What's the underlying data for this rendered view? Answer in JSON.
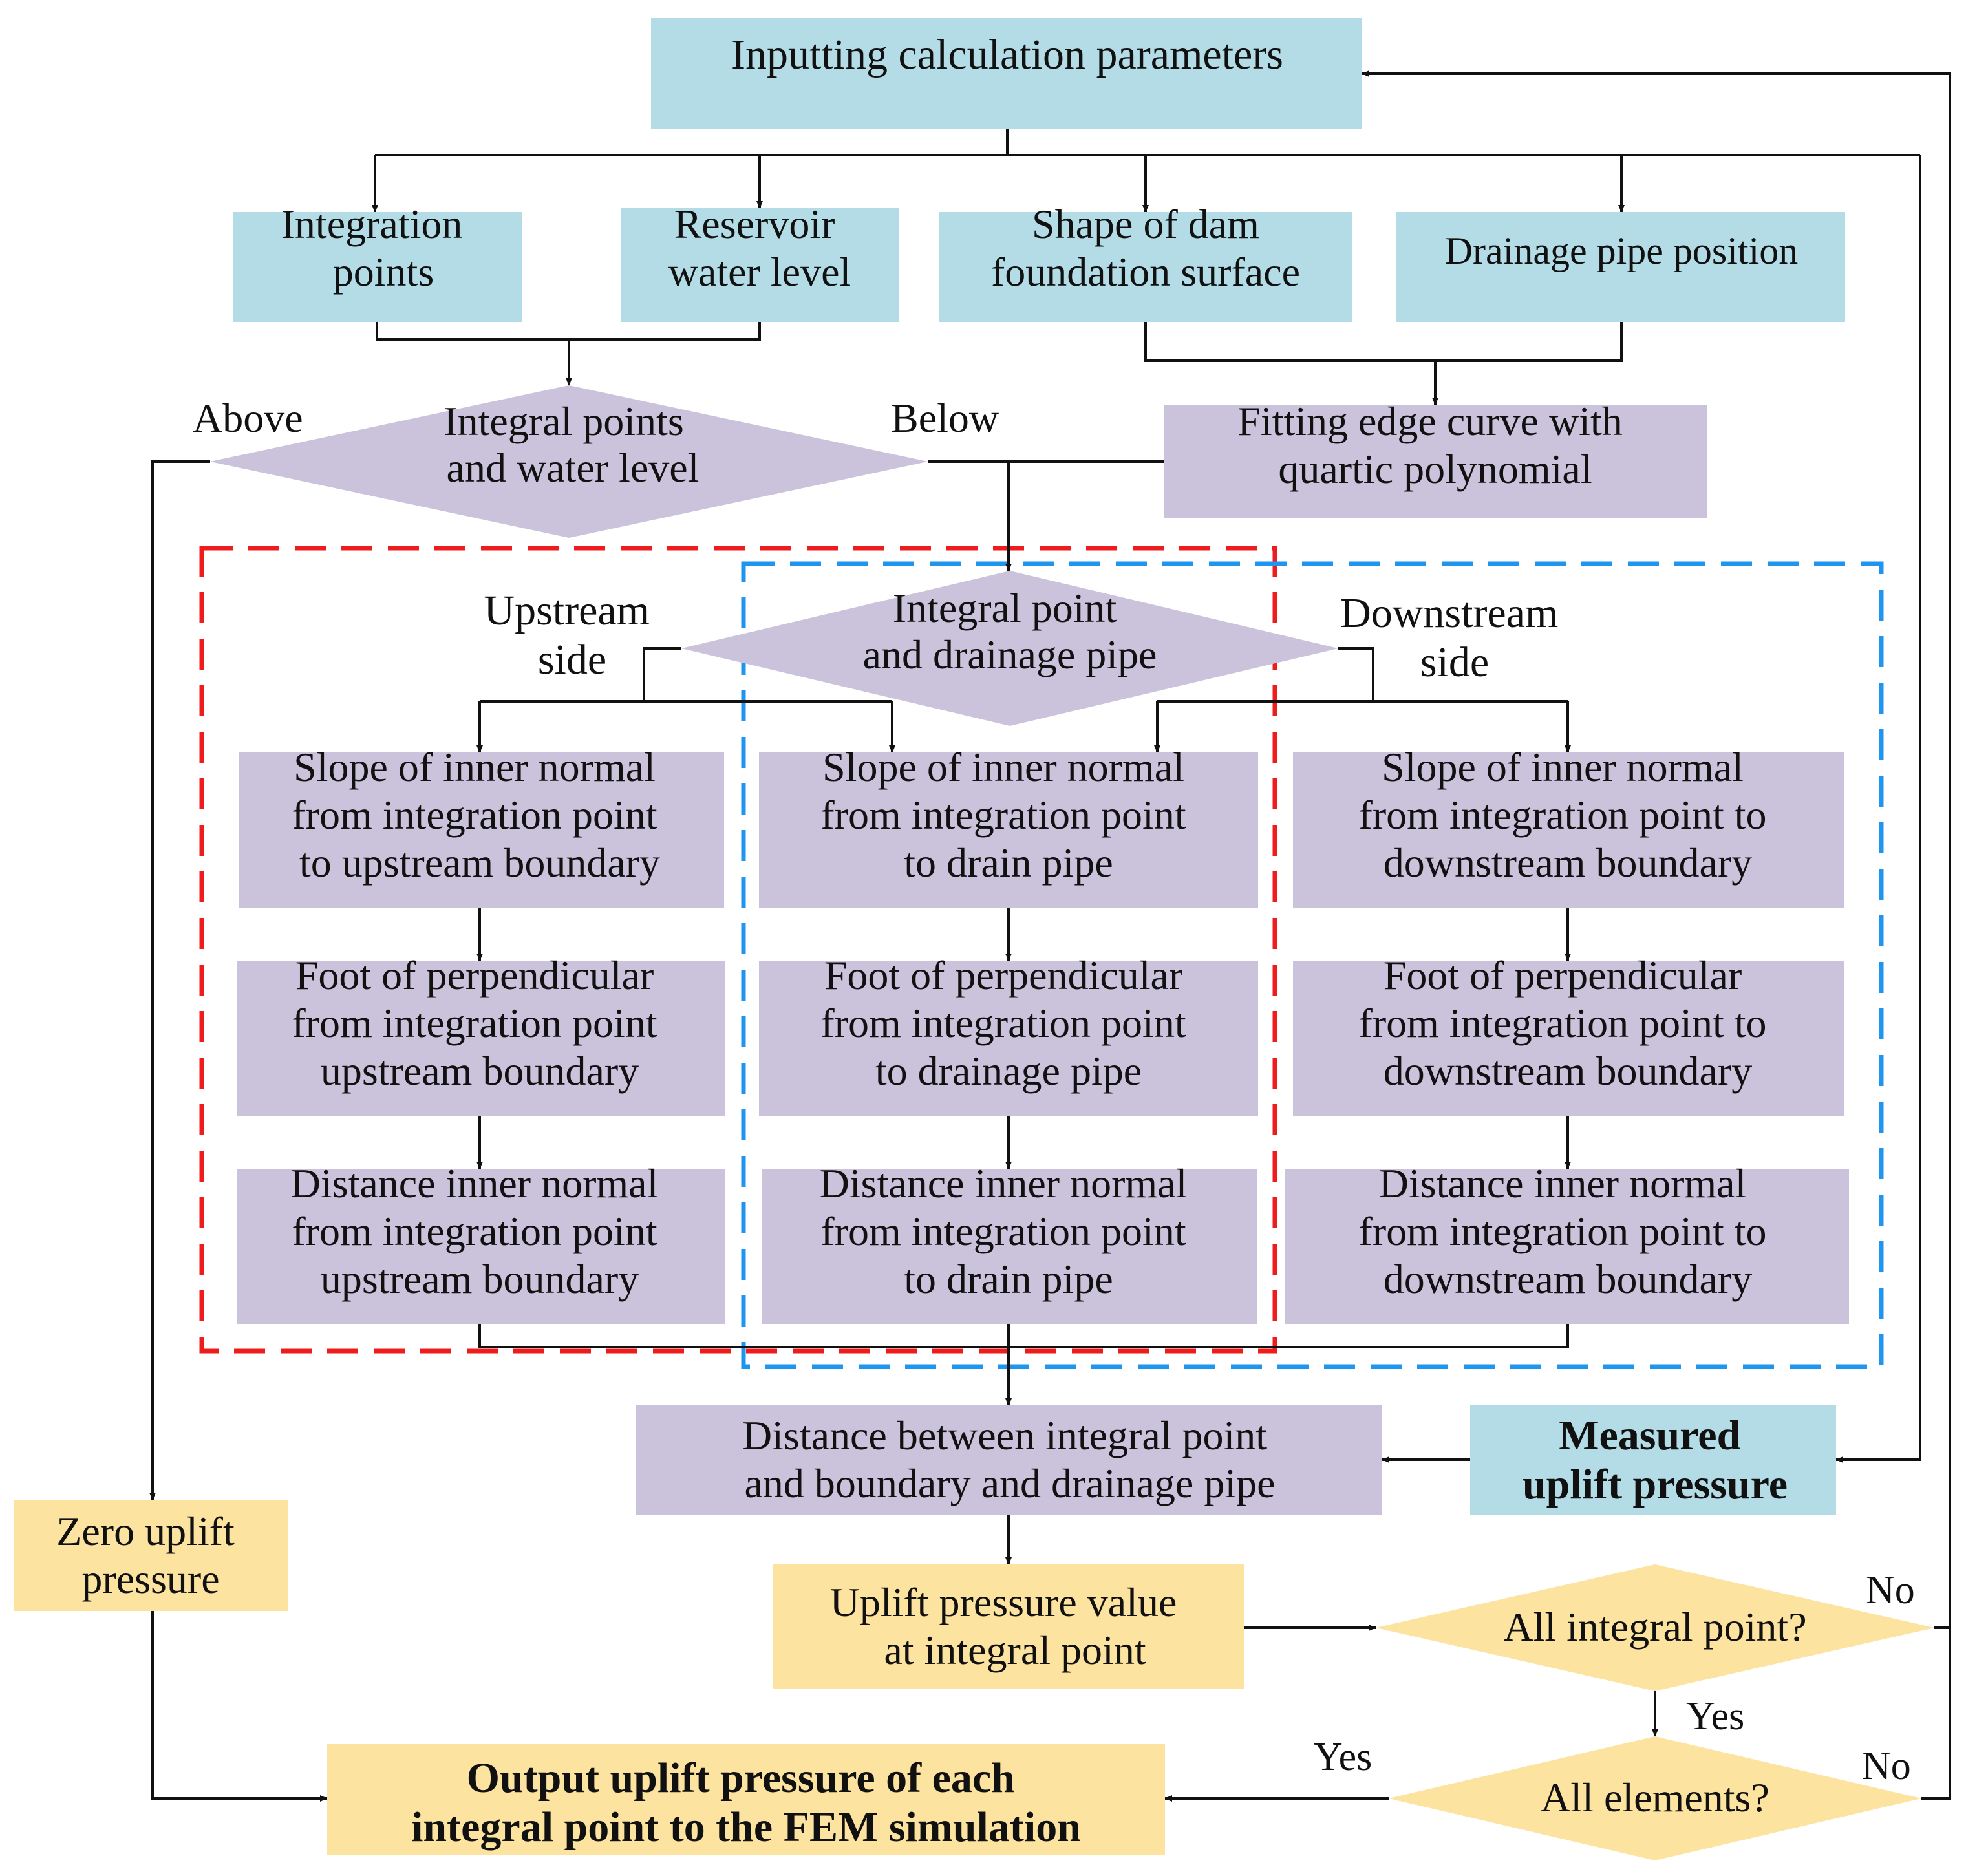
{
  "colors": {
    "input_box": "#b3dce6",
    "process_box": "#cbc2db",
    "result_box": "#fde3a0",
    "upstream": "#ee1c1c",
    "downstream": "#1e96f0",
    "line": "#111111"
  },
  "nodes": {
    "inputting": {
      "lines": [
        "Inputting calculation parameters"
      ]
    },
    "integration_points": {
      "lines": [
        "Integration",
        "points"
      ]
    },
    "reservoir_level": {
      "lines": [
        "Reservoir",
        "water level"
      ]
    },
    "dam_shape": {
      "lines": [
        "Shape of dam",
        "foundation surface"
      ]
    },
    "drain_position": {
      "lines": [
        "Drainage pipe position"
      ]
    },
    "fitting_curve": {
      "lines": [
        "Fitting edge curve with",
        "quartic polynomial"
      ]
    },
    "decision_water": {
      "lines": [
        "Integral points",
        "and water level"
      ]
    },
    "decision_drain": {
      "lines": [
        "Integral point",
        "and drainage pipe"
      ]
    },
    "up_slope": {
      "lines": [
        "Slope of inner normal",
        "from integration point",
        "to upstream boundary"
      ]
    },
    "up_foot": {
      "lines": [
        "Foot of perpendicular",
        "from integration point",
        "upstream boundary"
      ]
    },
    "up_distance": {
      "lines": [
        "Distance inner normal",
        "from integration point",
        "upstream boundary"
      ]
    },
    "mid_slope": {
      "lines": [
        "Slope of inner normal",
        "from integration point",
        "to  drain pipe"
      ]
    },
    "mid_foot": {
      "lines": [
        "Foot of perpendicular",
        "from integration point",
        "to drainage pipe"
      ]
    },
    "mid_distance": {
      "lines": [
        "Distance inner normal",
        "from integration point",
        "to drain pipe"
      ]
    },
    "down_slope": {
      "lines": [
        "Slope of inner normal",
        "from integration point to",
        "downstream boundary"
      ]
    },
    "down_foot": {
      "lines": [
        "Foot of perpendicular",
        "from integration point to",
        "downstream  boundary"
      ]
    },
    "down_distance": {
      "lines": [
        "Distance inner normal",
        "from integration point to",
        "downstream boundary"
      ]
    },
    "distance_between": {
      "lines": [
        "Distance between integral point",
        "and boundary and drainage pipe"
      ]
    },
    "measured": {
      "lines": [
        "Measured",
        "uplift pressure"
      ]
    },
    "zero_uplift": {
      "lines": [
        "Zero uplift",
        "pressure"
      ]
    },
    "uplift_value": {
      "lines": [
        "Uplift pressure value",
        "at integral point"
      ]
    },
    "decision_all_points": {
      "lines": [
        "All integral point?"
      ]
    },
    "decision_all_elements": {
      "lines": [
        "All elements?"
      ]
    },
    "output": {
      "lines": [
        "Output uplift pressure of each",
        "integral point to the FEM simulation"
      ]
    }
  },
  "region_labels": {
    "upstream": [
      "Upstream",
      "side"
    ],
    "downstream": [
      "Downstream",
      "side"
    ]
  },
  "edge_labels": {
    "above": "Above",
    "below": "Below",
    "no_points": "No",
    "yes_points": "Yes",
    "yes_elements": "Yes",
    "no_elements": "No"
  }
}
